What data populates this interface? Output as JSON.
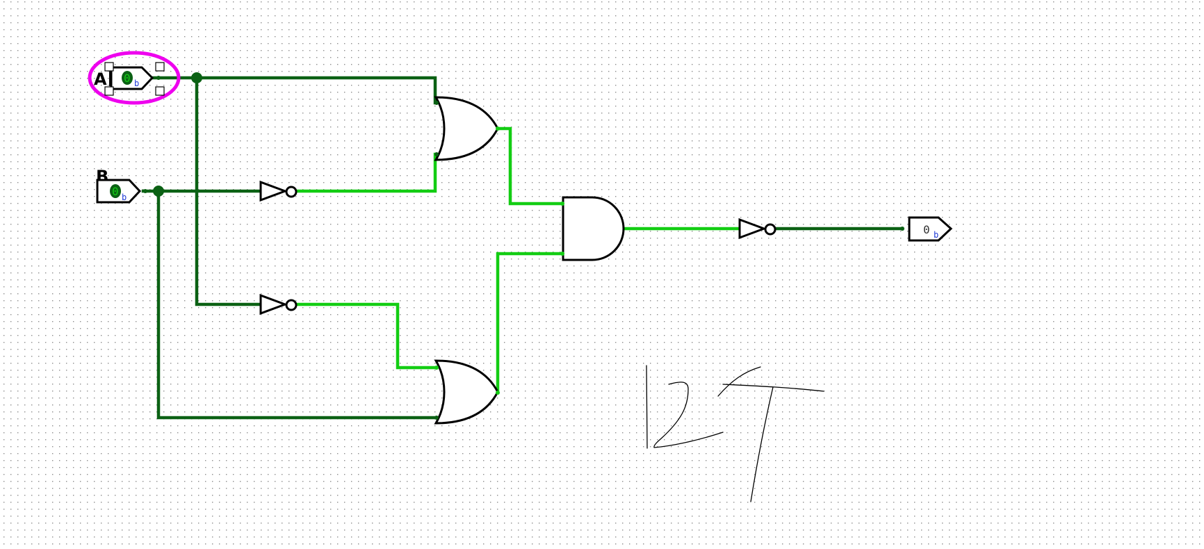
{
  "inputs": {
    "a": {
      "label": "A",
      "value": "0",
      "radix": "b"
    },
    "b": {
      "label": "B",
      "value": "0",
      "radix": "b"
    }
  },
  "output": {
    "value": "0",
    "radix": "b"
  },
  "colors": {
    "wire_low": "#0b6114",
    "wire_high": "#13cd13",
    "selection": "#ee00ee",
    "grid_dot": "#8c8c8c",
    "value_fill": "#0b6114",
    "radix_text": "#1f3ad6"
  },
  "handwriting": {
    "text": "12T"
  }
}
